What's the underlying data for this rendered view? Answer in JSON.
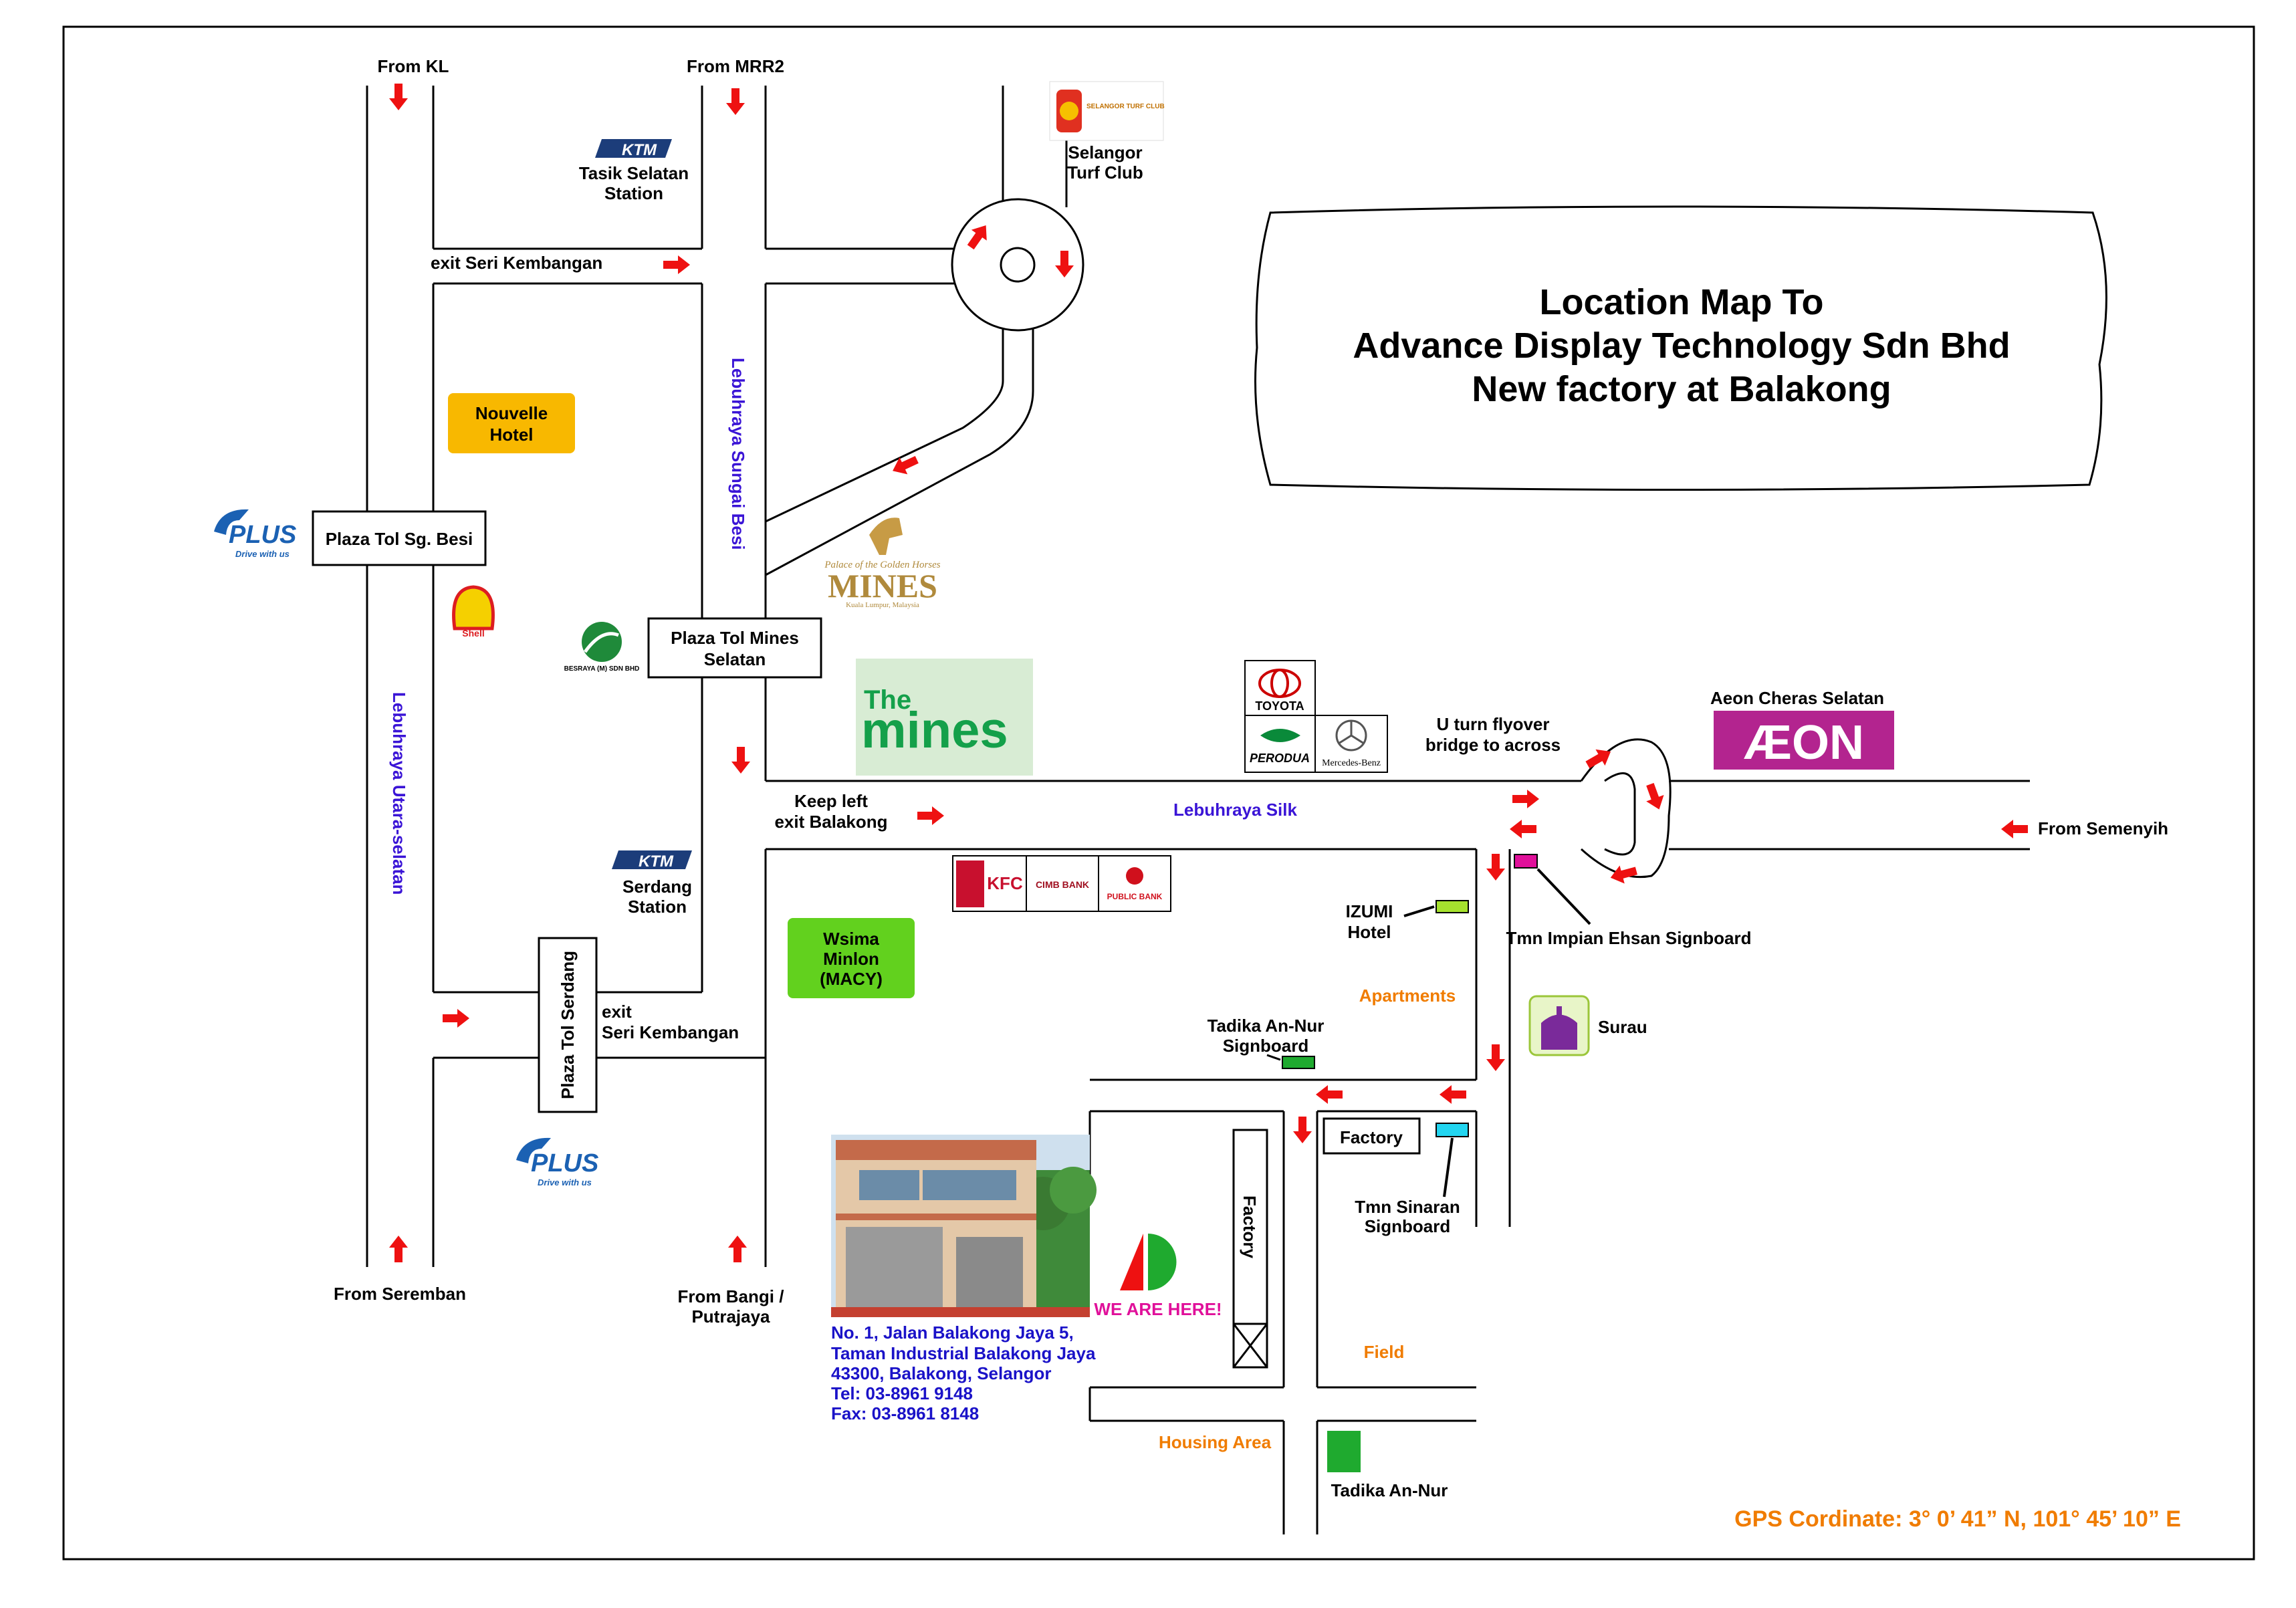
{
  "title": {
    "line1": "Location Map To",
    "line2": "Advance Display Technology Sdn Bhd",
    "line3": "New factory at Balakong"
  },
  "directions": {
    "from_kl": "From KL",
    "from_mrr2": "From MRR2",
    "from_seremban": "From Seremban",
    "from_bangi_1": "From Bangi /",
    "from_bangi_2": "Putrajaya",
    "from_semenyih": "From Semenyih"
  },
  "roads": {
    "sungai_besi": "Lebuhraya Sungai Besi",
    "utara_selatan": "Lebuhraya Utara-selatan",
    "silk": "Lebuhraya Silk"
  },
  "labels": {
    "exit_seri_kembangan_top": "exit Seri Kembangan",
    "exit_seri_kembangan_bottom_1": "exit",
    "exit_seri_kembangan_bottom_2": "Seri Kembangan",
    "keep_left_1": "Keep left",
    "keep_left_2": "exit Balakong",
    "uturn_1": "U turn flyover",
    "uturn_2": "bridge to across",
    "selangor_turf_1": "Selangor",
    "selangor_turf_2": "Turf Club",
    "tasik_selatan_1": "Tasik Selatan",
    "tasik_selatan_2": "Station",
    "serdang_1": "Serdang",
    "serdang_2": "Station",
    "aeon_cheras": "Aeon Cheras Selatan",
    "izumi_1": "IZUMI",
    "izumi_2": "Hotel",
    "apartments": "Apartments",
    "tmn_impian": "Tmn Impian Ehsan Signboard",
    "surau": "Surau",
    "tadika_sign_1": "Tadika An-Nur",
    "tadika_sign_2": "Signboard",
    "factory_box": "Factory",
    "factory_vertical": "Factory",
    "tmn_sinaran_1": "Tmn Sinaran",
    "tmn_sinaran_2": "Signboard",
    "field": "Field",
    "housing_area": "Housing Area",
    "tadika_an_nur": "Tadika An-Nur",
    "we_are_here": "WE ARE HERE!"
  },
  "boxes": {
    "nouvelle_1": "Nouvelle",
    "nouvelle_2": "Hotel",
    "plaza_sg_besi": "Plaza Tol Sg. Besi",
    "plaza_mines_1": "Plaza Tol Mines",
    "plaza_mines_2": "Selatan",
    "plaza_serdang": "Plaza Tol Serdang",
    "wsima_1": "Wsima",
    "wsima_2": "Minlon",
    "wsima_3": "(MACY)"
  },
  "logos": {
    "ktm": "KTM",
    "plus": "PLUS",
    "plus_tag": "Drive with us",
    "shell": "Shell",
    "besraya": "BESRAYA (M) SDN BHD",
    "mines_top": "Palace of the Golden Horses",
    "mines_main": "MINES",
    "mines_sub": "Kuala Lumpur, Malaysia",
    "themines_1": "The",
    "themines_2": "mines",
    "toyota": "TOYOTA",
    "perodua": "PERODUA",
    "mercedes": "Mercedes-Benz",
    "aeon": "ÆON",
    "kfc": "KFC",
    "cimb": "CIMB BANK",
    "public_bank": "PUBLIC BANK",
    "turf_club": "SELANGOR TURF CLUB"
  },
  "address": {
    "line1": "No. 1, Jalan Balakong Jaya 5,",
    "line2": "Taman Industrial Balakong Jaya",
    "line3": "43300, Balakong, Selangor",
    "tel": "Tel: 03-8961 9148",
    "fax": "Fax: 03-8961 8148"
  },
  "gps": "GPS Cordinate: 3° 0’ 41” N, 101° 45’ 10” E",
  "colors": {
    "arrow": "#ee1111",
    "road_label": "#3a14d6",
    "orange_label": "#f07c00",
    "address": "#1a12c8",
    "nouvelle": "#f8b800",
    "wsima": "#62d11e",
    "magenta": "#e0109a",
    "aeon": "#b3248f",
    "themines_bg": "#d8ecd4",
    "themines_text": "#14a04a"
  }
}
